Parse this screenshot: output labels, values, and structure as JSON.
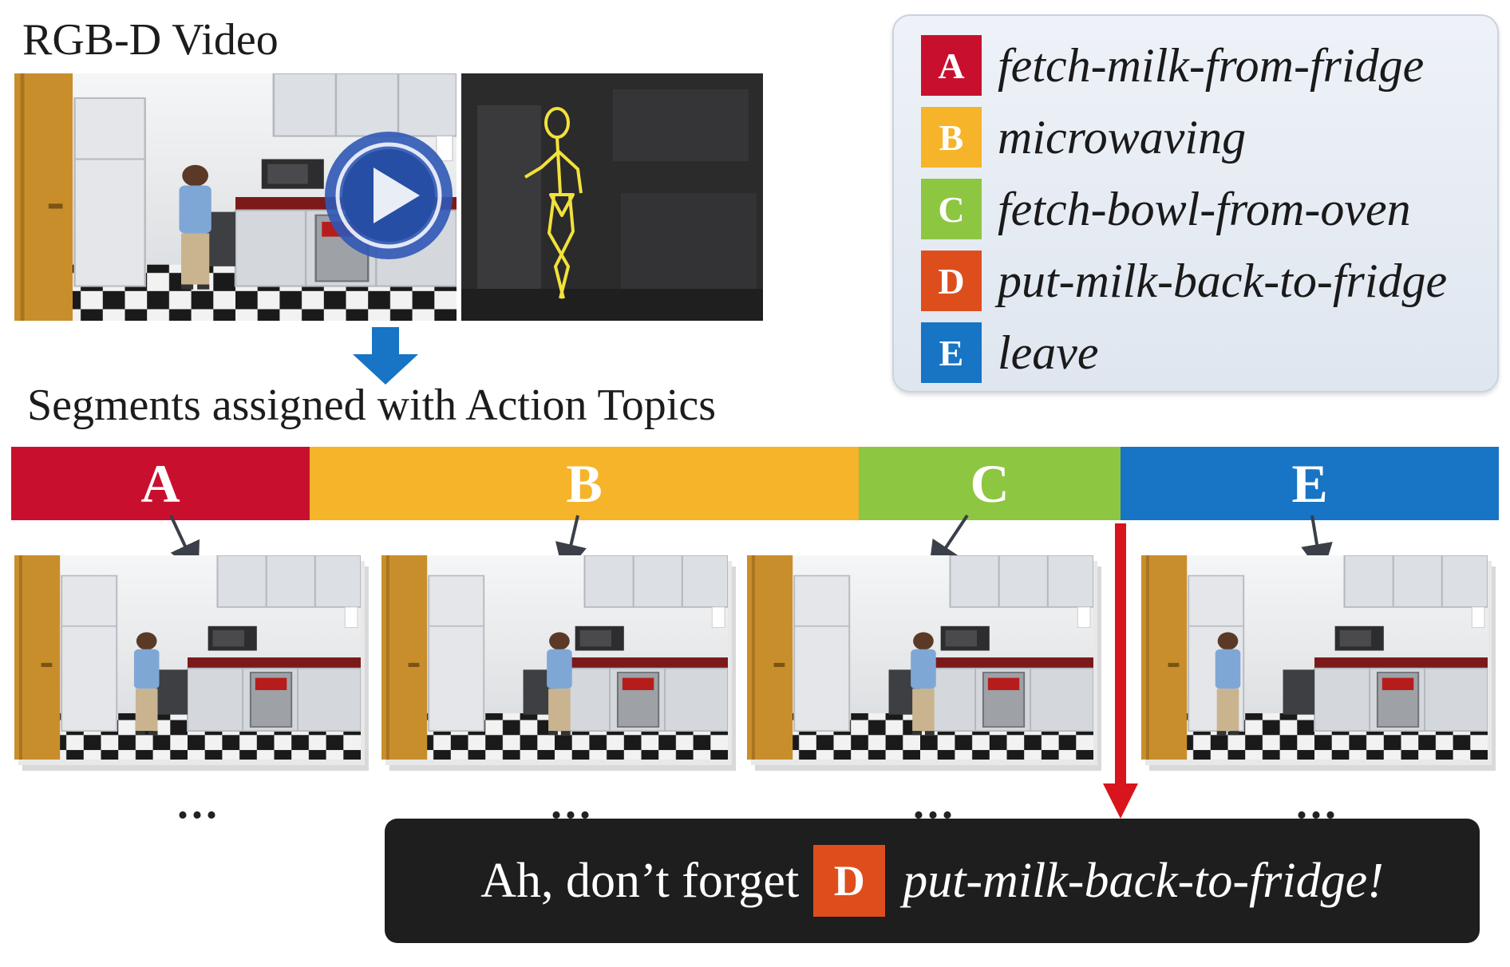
{
  "video_heading": "RGB-D Video",
  "segments_heading": "Segments assigned with Action Topics",
  "legend": [
    {
      "letter": "A",
      "label": "fetch-milk-from-fridge",
      "color": "#c8102e"
    },
    {
      "letter": "B",
      "label": "microwaving",
      "color": "#f5b42a"
    },
    {
      "letter": "C",
      "label": "fetch-bowl-from-oven",
      "color": "#8dc641"
    },
    {
      "letter": "D",
      "label": "put-milk-back-to-fridge",
      "color": "#de4e1c"
    },
    {
      "letter": "E",
      "label": "leave",
      "color": "#1874c4"
    }
  ],
  "segments": [
    "A",
    "B",
    "C",
    "E"
  ],
  "ellipsis": "...",
  "alert": {
    "prefix": "Ah, don’t forget",
    "letter": "D",
    "action": "put-milk-back-to-fridge!"
  },
  "colors": {
    "arrow_blue": "#1874c4",
    "arrow_red": "#d8141c",
    "skeleton": "#f2e23a"
  }
}
